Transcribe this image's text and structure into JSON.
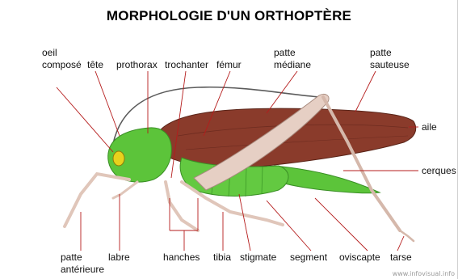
{
  "title": "MORPHOLOGIE D'UN ORTHOPTÈRE",
  "labels": {
    "oeil_compose": [
      "oeil",
      "composé"
    ],
    "tete": "tête",
    "prothorax": "prothorax",
    "trochanter": "trochanter",
    "femur": "fémur",
    "patte_mediane": [
      "patte",
      "médiane"
    ],
    "patte_sauteuse": [
      "patte",
      "sauteuse"
    ],
    "aile": "aile",
    "cerques": "cerques",
    "patte_anterieure": [
      "patte",
      "antérieure"
    ],
    "labre": "labre",
    "hanches": "hanches",
    "tibia": "tibia",
    "stigmate": "stigmate",
    "segment": "segment",
    "oviscapte": "oviscapte",
    "tarse": "tarse"
  },
  "credit": "www.infovisual.info",
  "colors": {
    "leader_line": "#b51c1c",
    "wing": "#8a3b2b",
    "body_green": "#5cc43a",
    "leg_pink": "#e6cfc4"
  }
}
